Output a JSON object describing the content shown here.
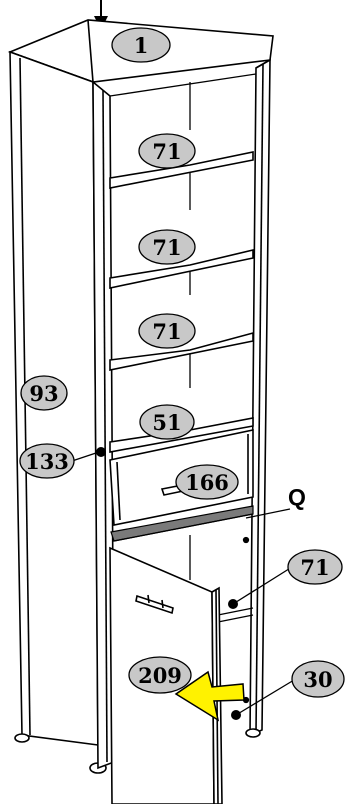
{
  "diagram": {
    "callouts": {
      "top": "1",
      "shelf_1": "71",
      "shelf_2": "71",
      "shelf_3": "71",
      "shelf_4": "51",
      "side_panel": "93",
      "side_hinge": "133",
      "drawer": "166",
      "door": "209",
      "inner_shelf": "71",
      "bottom_right": "30"
    },
    "part_letter": "Q",
    "colors": {
      "line": "#000000",
      "callout_fill": "#c8c8c8",
      "strip_fill": "#7a7a7a",
      "arrow_fill": "#fff200"
    }
  }
}
